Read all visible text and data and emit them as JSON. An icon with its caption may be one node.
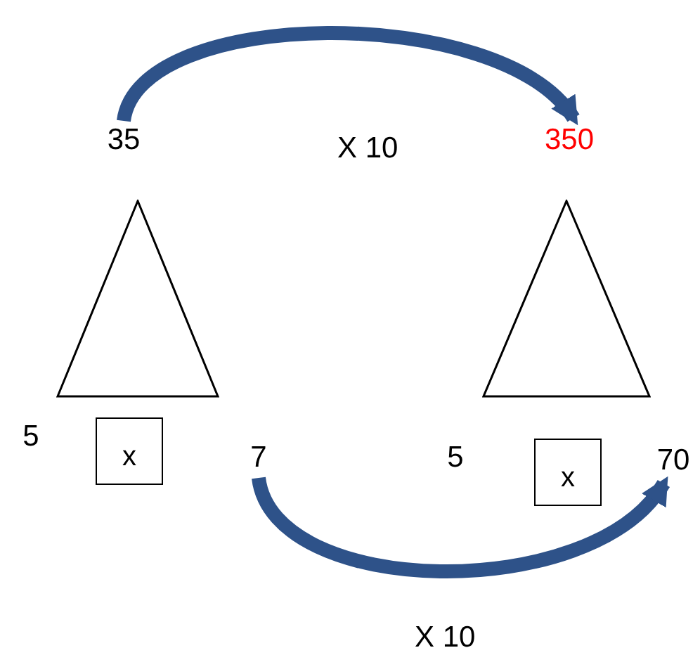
{
  "diagram": {
    "nodes": [
      {
        "text": [
          "35"
        ]
      },
      {
        "text": [
          "350"
        ]
      },
      {
        "text": [],
        "shape": "triangle"
      },
      {
        "text": [],
        "shape": "triangle"
      },
      {
        "text": [
          "5"
        ]
      },
      {
        "text": [
          "x"
        ]
      },
      {
        "text": [
          "7"
        ]
      },
      {
        "text": [
          "5"
        ]
      },
      {
        "text": [
          "x"
        ]
      },
      {
        "text": [
          "70"
        ]
      }
    ],
    "edges": [
      {
        "from": 0,
        "to": 1,
        "arrow": "to",
        "label": "X 10"
      },
      {
        "from": 6,
        "to": 9,
        "arrow": "to",
        "label": "X 10"
      }
    ]
  }
}
